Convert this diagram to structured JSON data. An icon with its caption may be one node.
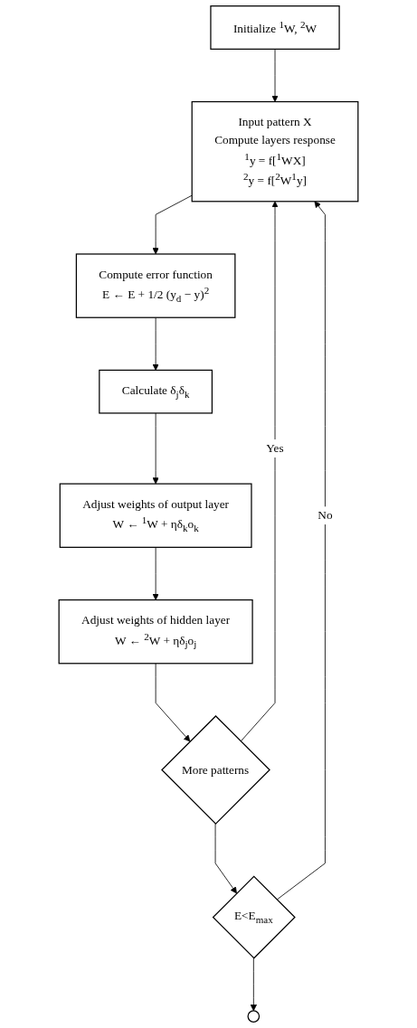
{
  "diagram": {
    "nodes": [
      {
        "text": [
          "Initialize $^{1}$W, $^{2}$W"
        ]
      },
      {
        "text": [
          "Input pattern X",
          "Compute layers response",
          "$^{1}$y = f[$^{1}$WX]",
          "$^{2}$y = f[$^{2}$W$^{1}$y]"
        ]
      },
      {
        "text": [
          "Compute error function",
          "E ← E + 1/2 (y$_{d}$ − y)$^{2}$"
        ]
      },
      {
        "text": [
          "Calculate δ$_{j}$δ$_{k}$"
        ]
      },
      {
        "text": [
          "Adjust weights of output layer",
          "W ← $^{1}$W + ηδ$_{k}$o$_{k}$"
        ]
      },
      {
        "text": [
          "Adjust weights of hidden layer",
          "W ← $^{2}$W + ηδ$_{j}$o$_{j}$"
        ]
      },
      {
        "text": [
          "More patterns"
        ]
      },
      {
        "text": [
          "E<E$_{max}$"
        ]
      },
      {
        "text": [],
        "shape": "circle"
      }
    ],
    "edges": [
      {
        "from": 0,
        "to": 1,
        "arrow": "to"
      },
      {
        "from": 1,
        "to": 2,
        "arrow": "to"
      },
      {
        "from": 2,
        "to": 3,
        "arrow": "to"
      },
      {
        "from": 3,
        "to": 4,
        "arrow": "to"
      },
      {
        "from": 4,
        "to": 5,
        "arrow": "to"
      },
      {
        "from": 5,
        "to": 6,
        "arrow": "to"
      },
      {
        "from": 6,
        "to": 1,
        "label": "Yes",
        "arrow": "to"
      },
      {
        "from": 6,
        "to": 7,
        "arrow": "to"
      },
      {
        "from": 7,
        "to": 1,
        "label": "No",
        "arrow": "to"
      },
      {
        "from": 7,
        "to": 8,
        "arrow": "to"
      }
    ]
  }
}
